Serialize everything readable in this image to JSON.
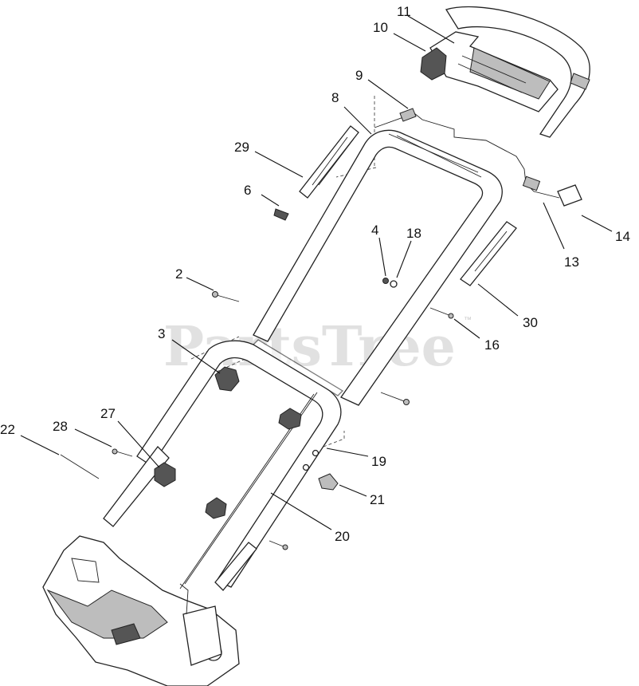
{
  "watermark": {
    "text": "PartsTree",
    "trademark": "™"
  },
  "callouts": [
    {
      "id": "2",
      "label": "2"
    },
    {
      "id": "3",
      "label": "3"
    },
    {
      "id": "4",
      "label": "4"
    },
    {
      "id": "6",
      "label": "6"
    },
    {
      "id": "8",
      "label": "8"
    },
    {
      "id": "9",
      "label": "9"
    },
    {
      "id": "10",
      "label": "10"
    },
    {
      "id": "11",
      "label": "11"
    },
    {
      "id": "13",
      "label": "13"
    },
    {
      "id": "14",
      "label": "14"
    },
    {
      "id": "16",
      "label": "16"
    },
    {
      "id": "18",
      "label": "18"
    },
    {
      "id": "19",
      "label": "19"
    },
    {
      "id": "20",
      "label": "20"
    },
    {
      "id": "21",
      "label": "21"
    },
    {
      "id": "22",
      "label": "22"
    },
    {
      "id": "27",
      "label": "27"
    },
    {
      "id": "28",
      "label": "28"
    },
    {
      "id": "29",
      "label": "29"
    },
    {
      "id": "30",
      "label": "30"
    }
  ]
}
